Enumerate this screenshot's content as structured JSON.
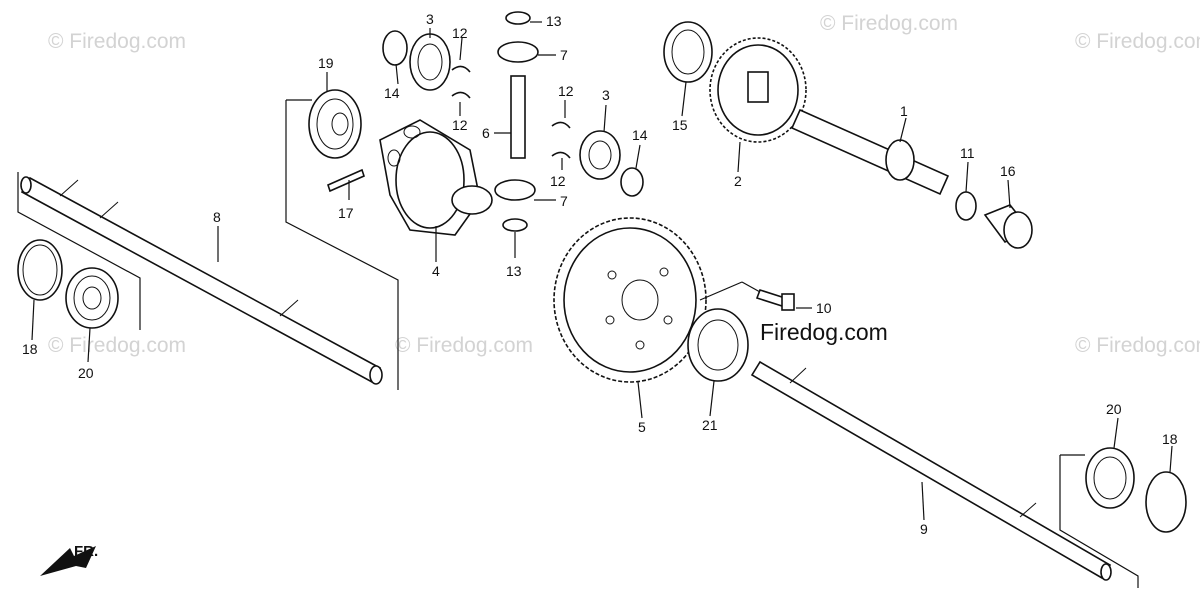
{
  "brand": "Firedog.com",
  "watermark": "© Firedog.com",
  "direction_label": "FR.",
  "callouts": {
    "p1": "1",
    "p2": "2",
    "p3a": "3",
    "p3b": "3",
    "p4": "4",
    "p5": "5",
    "p6": "6",
    "p7a": "7",
    "p7b": "7",
    "p8": "8",
    "p9": "9",
    "p10": "10",
    "p11": "11",
    "p12a": "12",
    "p12b": "12",
    "p12c": "12",
    "p12d": "12",
    "p13a": "13",
    "p13b": "13",
    "p14a": "14",
    "p14b": "14",
    "p15": "15",
    "p16": "16",
    "p17": "17",
    "p18a": "18",
    "p18b": "18",
    "p19": "19",
    "p20a": "20",
    "p20b": "20",
    "p21": "21"
  }
}
